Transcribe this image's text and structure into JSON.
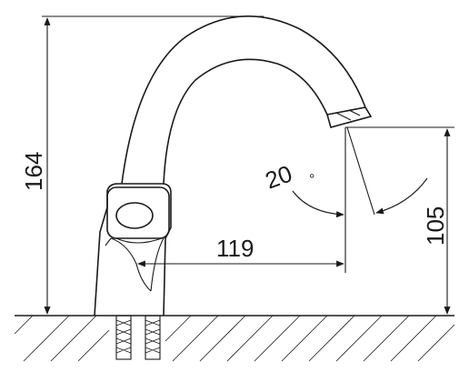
{
  "dimensions": {
    "total_height": "164",
    "spout_height": "105",
    "spout_reach": "119",
    "swivel_angle": "20",
    "angle_unit": "°"
  },
  "colors": {
    "line": "#1a1a1a",
    "background": "#ffffff"
  }
}
